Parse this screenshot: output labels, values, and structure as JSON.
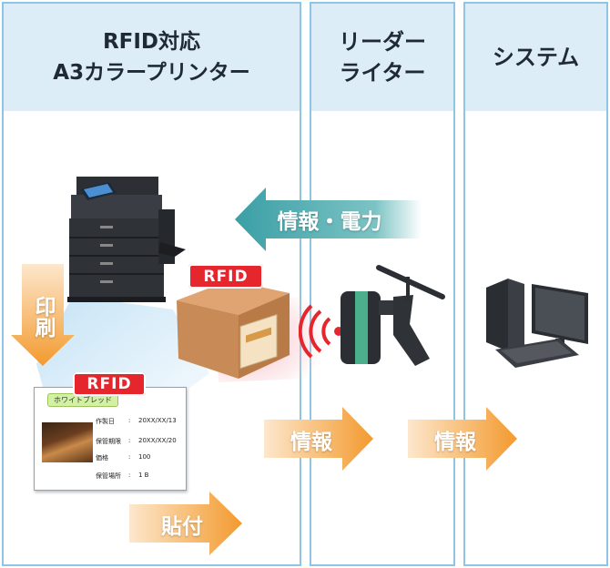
{
  "columns": {
    "printer": {
      "title_line1": "RFID対応",
      "title_line2": "A3カラープリンター"
    },
    "reader": {
      "title_line1": "リーダー",
      "title_line2": "ライター"
    },
    "system": {
      "title": "システム"
    }
  },
  "arrows": {
    "power": "情報・電力",
    "print": "印刷",
    "attach": "貼付",
    "info_to_reader": "情報",
    "info_to_system": "情報"
  },
  "badges": {
    "box": "RFID",
    "label": "RFID"
  },
  "label_card": {
    "tag": "ホワイトブレッド",
    "rows": [
      {
        "key": "作製日",
        "sep": ":",
        "value": "20XX/XX/13"
      },
      {
        "key": "保管期限",
        "sep": ":",
        "value": "20XX/XX/20"
      },
      {
        "key": "価格",
        "sep": ":",
        "value": "100"
      },
      {
        "key": "保管場所",
        "sep": ":",
        "value": "1 B"
      }
    ]
  },
  "colors": {
    "column_border": "#8fc4e3",
    "column_header": "#ddedf7",
    "teal_arrow": "#3a9fa5",
    "orange_arrow": "#f39a2e",
    "rfid_red": "#e5262d"
  }
}
